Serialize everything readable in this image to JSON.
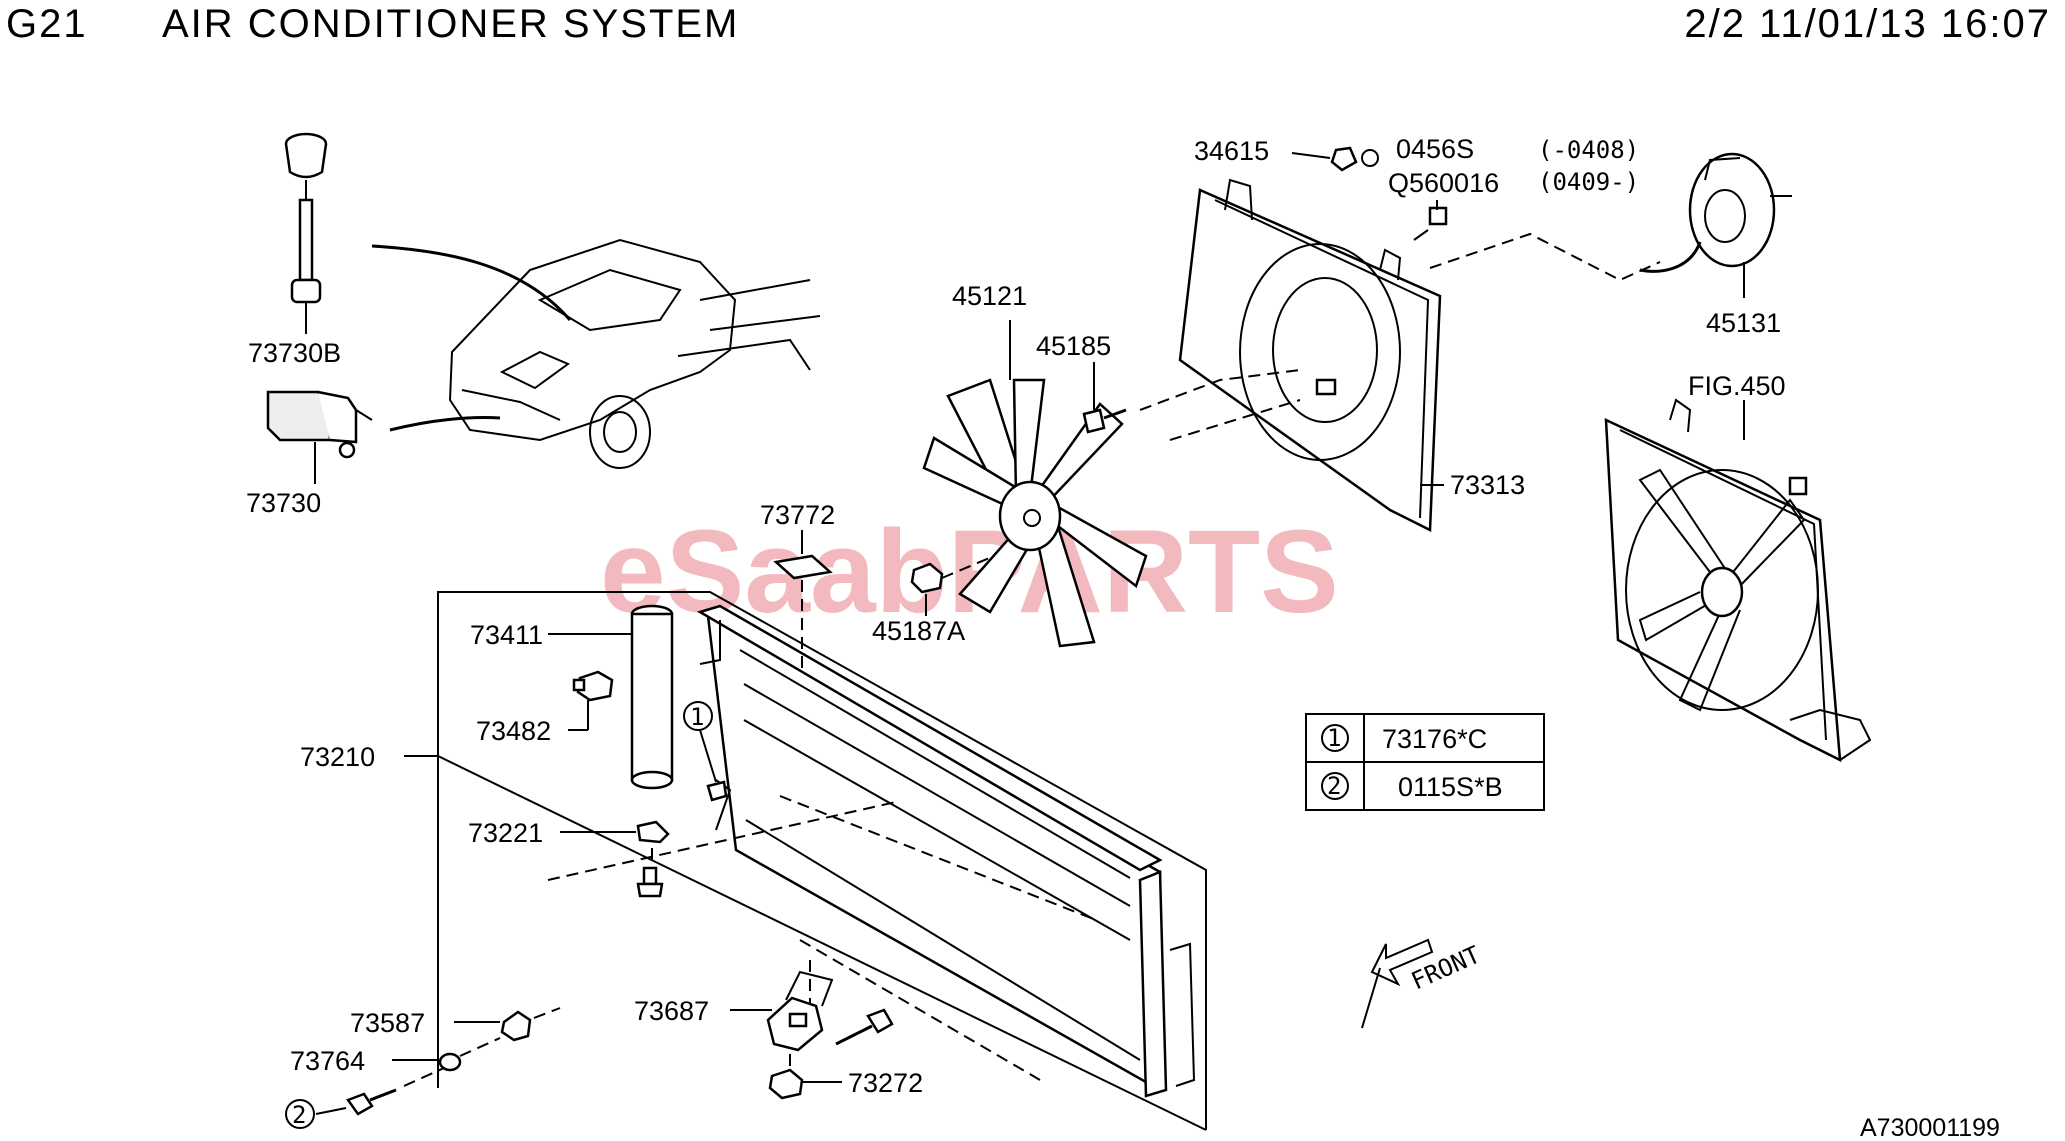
{
  "header": {
    "section_code": "G21",
    "title": "AIR CONDITIONER SYSTEM",
    "page_info": "2/2 11/01/13 16:07"
  },
  "watermark": "eSaabPARTS",
  "part_labels": {
    "p73730B": "73730B",
    "p73730": "73730",
    "p34615": "34615",
    "p0456S": "0456S",
    "range1": "(-0408)",
    "pQ560016": "Q560016",
    "range2": "(0409-)",
    "p45131": "45131",
    "p45121": "45121",
    "p45185": "45185",
    "fig450": "FIG.450",
    "p73313": "73313",
    "p73772": "73772",
    "p45187A": "45187A",
    "p73411": "73411",
    "p73482": "73482",
    "p73210": "73210",
    "p73221": "73221",
    "p73587": "73587",
    "p73764": "73764",
    "p73687": "73687",
    "p73272": "73272",
    "front": "FRONT"
  },
  "callouts": [
    {
      "num": "1"
    },
    {
      "num": "2"
    }
  ],
  "legend": [
    {
      "num": "1",
      "part": "73176*C"
    },
    {
      "num": "2",
      "part": "0115S*B"
    }
  ],
  "footer_code": "A730001199"
}
